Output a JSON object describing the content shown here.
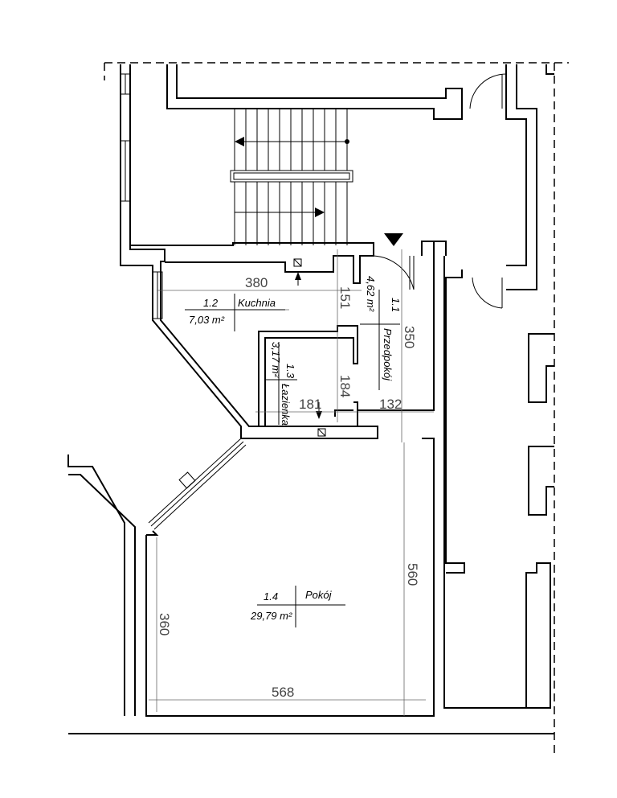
{
  "rooms": [
    {
      "number": "1.1",
      "name": "Przedpokój",
      "area": "4,62 m²"
    },
    {
      "number": "1.2",
      "name": "Kuchnia",
      "area": "7,03 m²"
    },
    {
      "number": "1.3",
      "name": "Łazienka",
      "area": "3,17 m²"
    },
    {
      "number": "1.4",
      "name": "Pokój",
      "area": "29,79 m²"
    }
  ],
  "dimensions": {
    "kitchen_width": "380",
    "kitchen_depth": "151",
    "hall_length": "350",
    "bath_depth": "184",
    "bath_width": "181",
    "hall_width": "132",
    "room_depth": "560",
    "room_width": "568",
    "room_left": "360"
  }
}
